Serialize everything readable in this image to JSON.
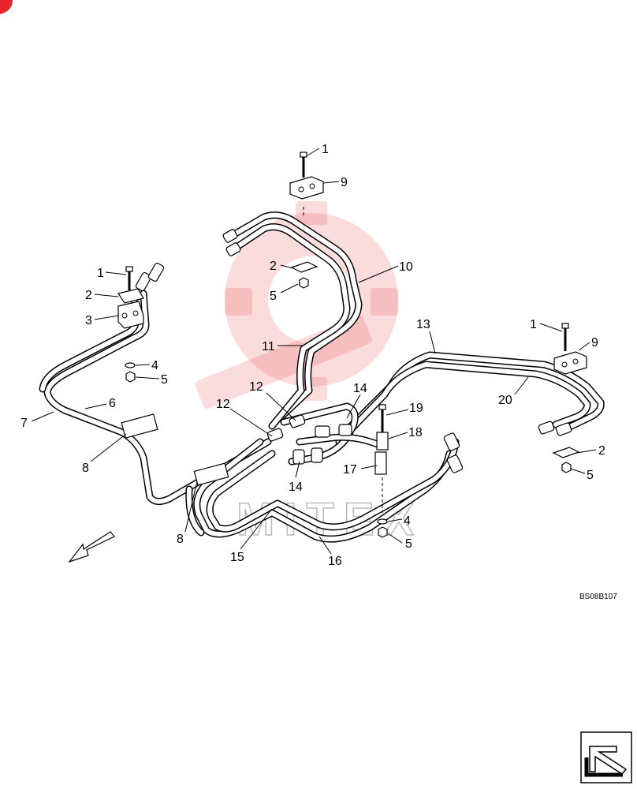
{
  "diagram": {
    "drawing_code": "BS08B107",
    "watermark_text": "MITEX",
    "callouts": [
      {
        "id": "c1a",
        "label": "1"
      },
      {
        "id": "c9a",
        "label": "9"
      },
      {
        "id": "c2a",
        "label": "2"
      },
      {
        "id": "c10",
        "label": "10"
      },
      {
        "id": "c5a",
        "label": "5"
      },
      {
        "id": "c1b",
        "label": "1"
      },
      {
        "id": "c2b",
        "label": "2"
      },
      {
        "id": "c3",
        "label": "3"
      },
      {
        "id": "c13",
        "label": "13"
      },
      {
        "id": "c1c",
        "label": "1"
      },
      {
        "id": "c9b",
        "label": "9"
      },
      {
        "id": "c11",
        "label": "11"
      },
      {
        "id": "c4a",
        "label": "4"
      },
      {
        "id": "c5b",
        "label": "5"
      },
      {
        "id": "c20",
        "label": "20"
      },
      {
        "id": "c12a",
        "label": "12"
      },
      {
        "id": "c14a",
        "label": "14"
      },
      {
        "id": "c6",
        "label": "6"
      },
      {
        "id": "c7",
        "label": "7"
      },
      {
        "id": "c12b",
        "label": "12"
      },
      {
        "id": "c19",
        "label": "19"
      },
      {
        "id": "c18",
        "label": "18"
      },
      {
        "id": "c2c",
        "label": "2"
      },
      {
        "id": "c8a",
        "label": "8"
      },
      {
        "id": "c17",
        "label": "17"
      },
      {
        "id": "c5c",
        "label": "5"
      },
      {
        "id": "c14b",
        "label": "14"
      },
      {
        "id": "c4b",
        "label": "4"
      },
      {
        "id": "c8b",
        "label": "8"
      },
      {
        "id": "c5d",
        "label": "5"
      },
      {
        "id": "c15",
        "label": "15"
      },
      {
        "id": "c16",
        "label": "16"
      }
    ]
  }
}
